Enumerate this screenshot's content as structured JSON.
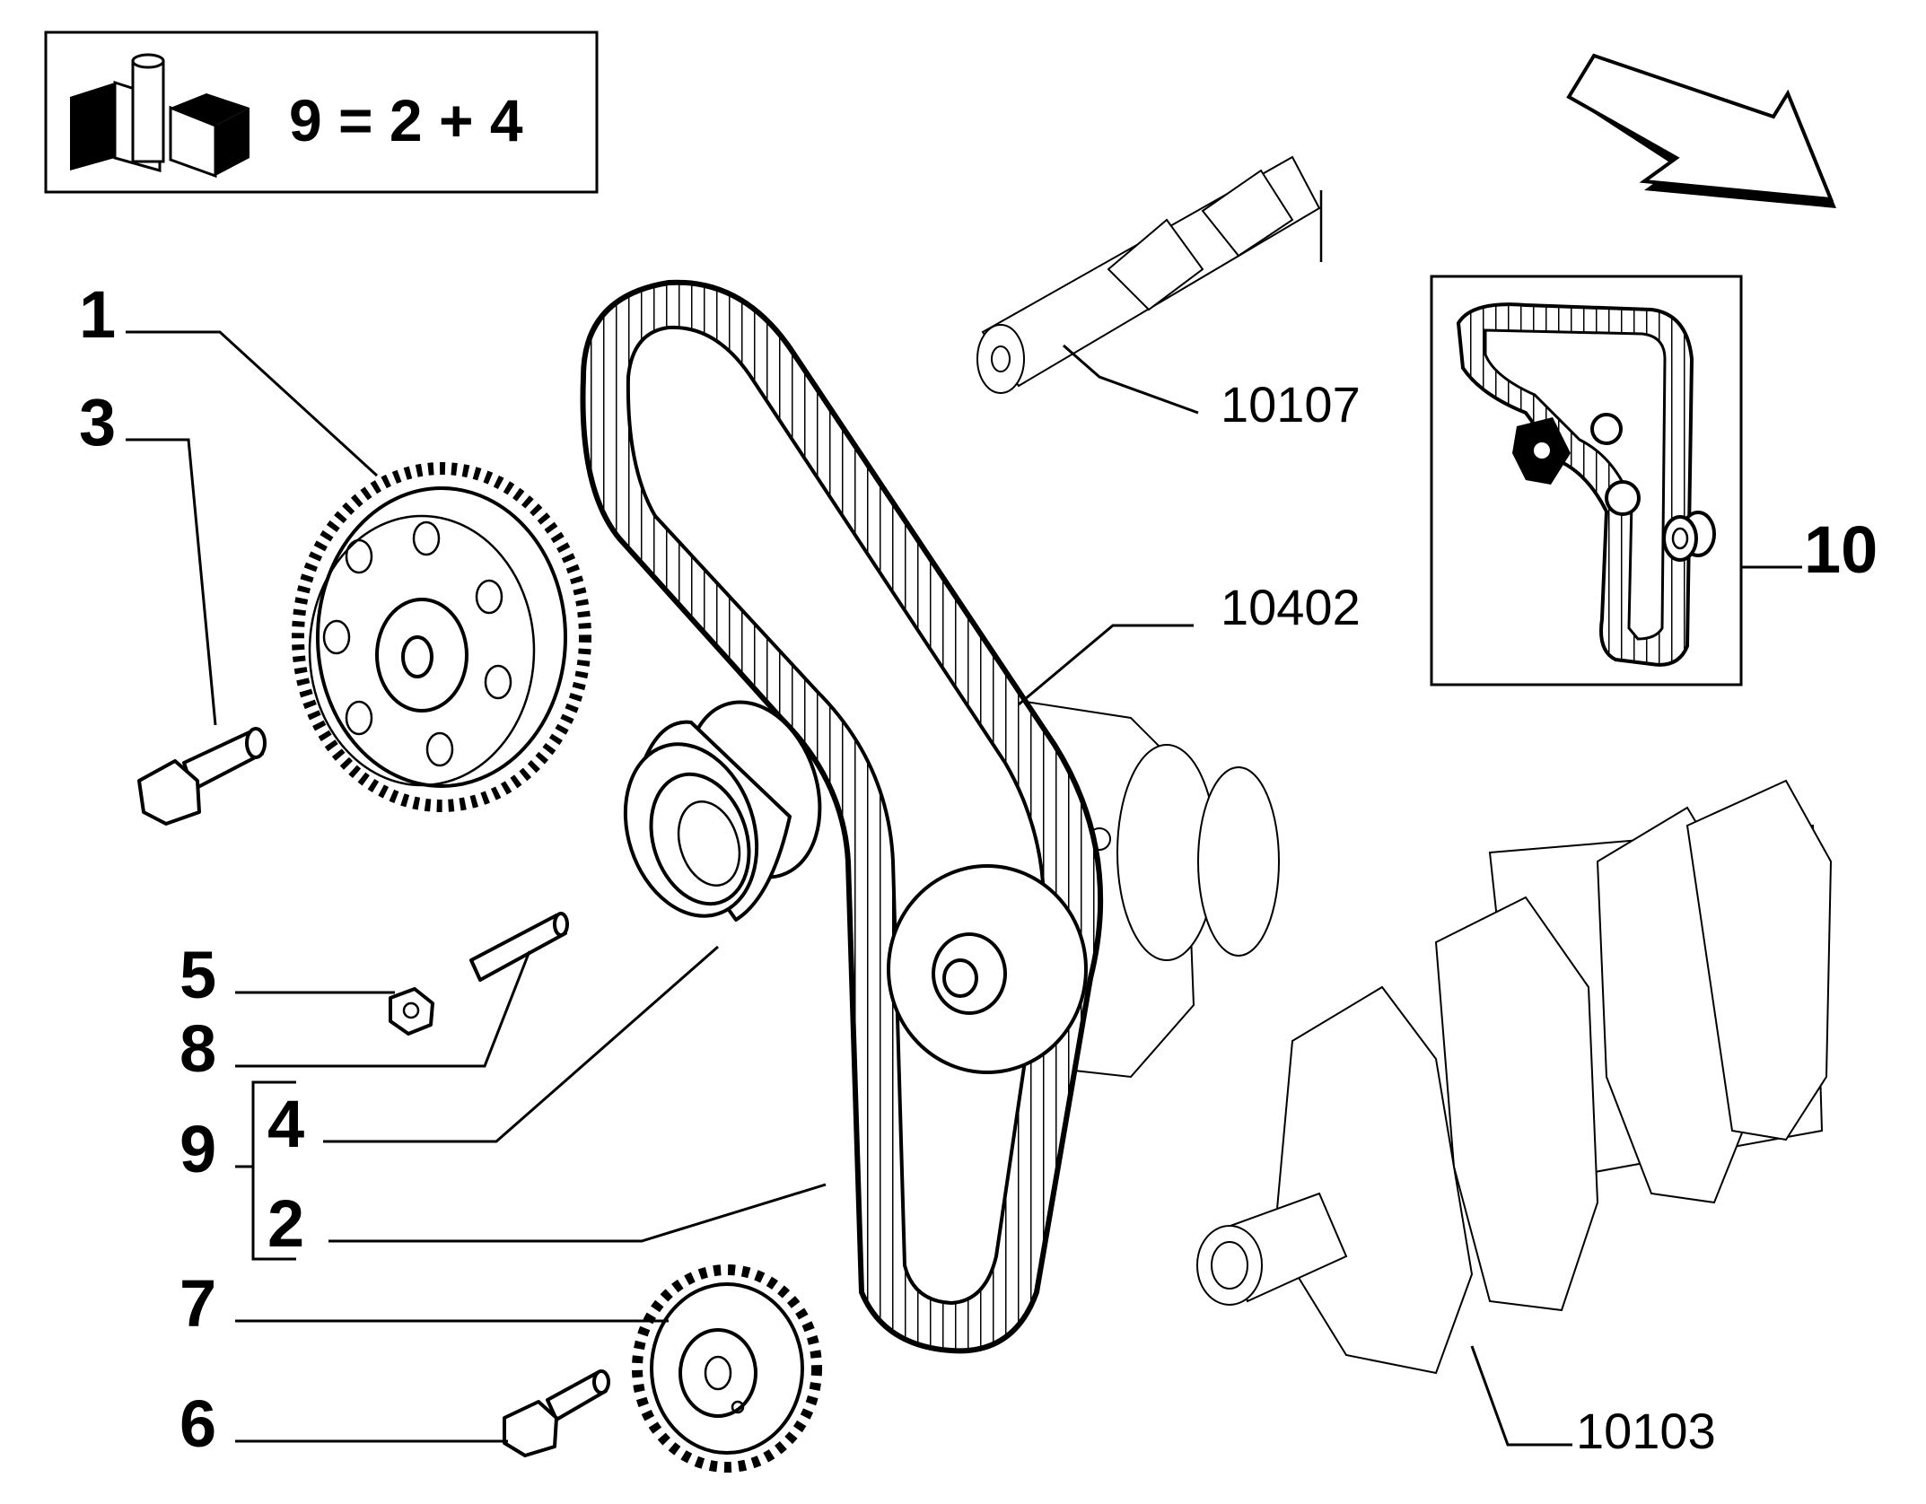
{
  "kit_box": {
    "formula": "9 = 2 + 4",
    "icon": "kit-composition-icon"
  },
  "callouts": {
    "p1": "1",
    "p3": "3",
    "p5": "5",
    "p8": "8",
    "p9": "9",
    "p4": "4",
    "p2": "2",
    "p7": "7",
    "p6": "6",
    "p10": "10"
  },
  "references": {
    "camshaft": "10107",
    "timing_cover": "10402",
    "crankshaft": "10103"
  },
  "icons": {
    "direction_arrow": "direction-arrow-icon"
  }
}
